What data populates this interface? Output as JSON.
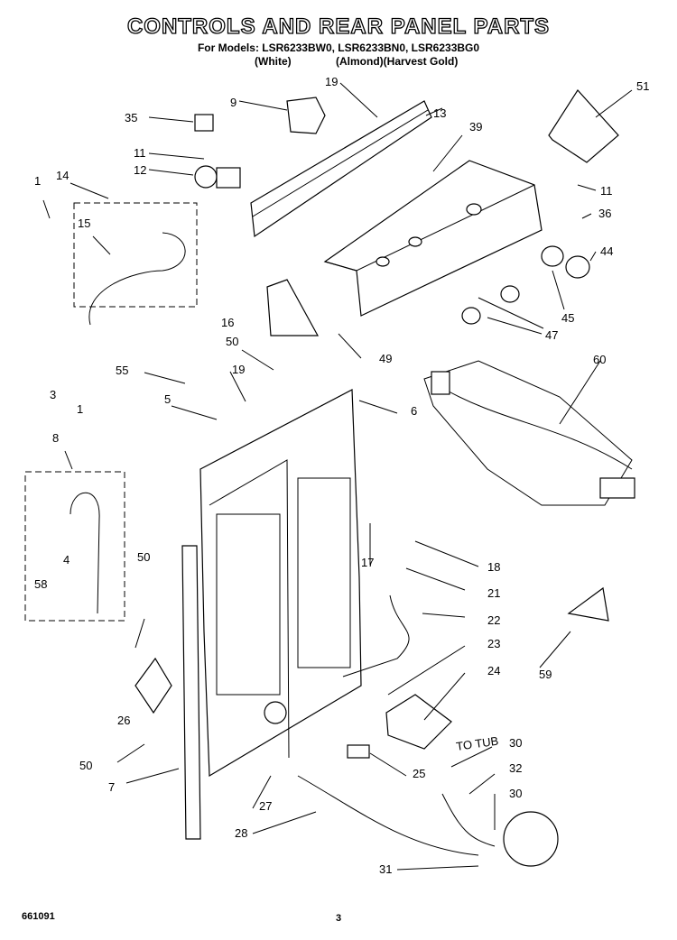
{
  "title": "CONTROLS AND REAR PANEL PARTS",
  "models_line": "For Models: LSR6233BW0, LSR6233BN0, LSR6233BG0",
  "colors": {
    "white": "(White)",
    "almond_gold": "(Almond)(Harvest Gold)"
  },
  "tube_label": "TO TUB",
  "footer": {
    "doc_number": "661091",
    "page": "3"
  },
  "callouts": [
    "1",
    "1",
    "3",
    "4",
    "5",
    "6",
    "7",
    "8",
    "9",
    "11",
    "11",
    "12",
    "13",
    "14",
    "15",
    "16",
    "17",
    "18",
    "19",
    "19",
    "21",
    "22",
    "23",
    "24",
    "25",
    "26",
    "27",
    "28",
    "30",
    "30",
    "31",
    "32",
    "35",
    "36",
    "39",
    "44",
    "45",
    "47",
    "49",
    "50",
    "50",
    "50",
    "51",
    "55",
    "58",
    "59",
    "60"
  ]
}
